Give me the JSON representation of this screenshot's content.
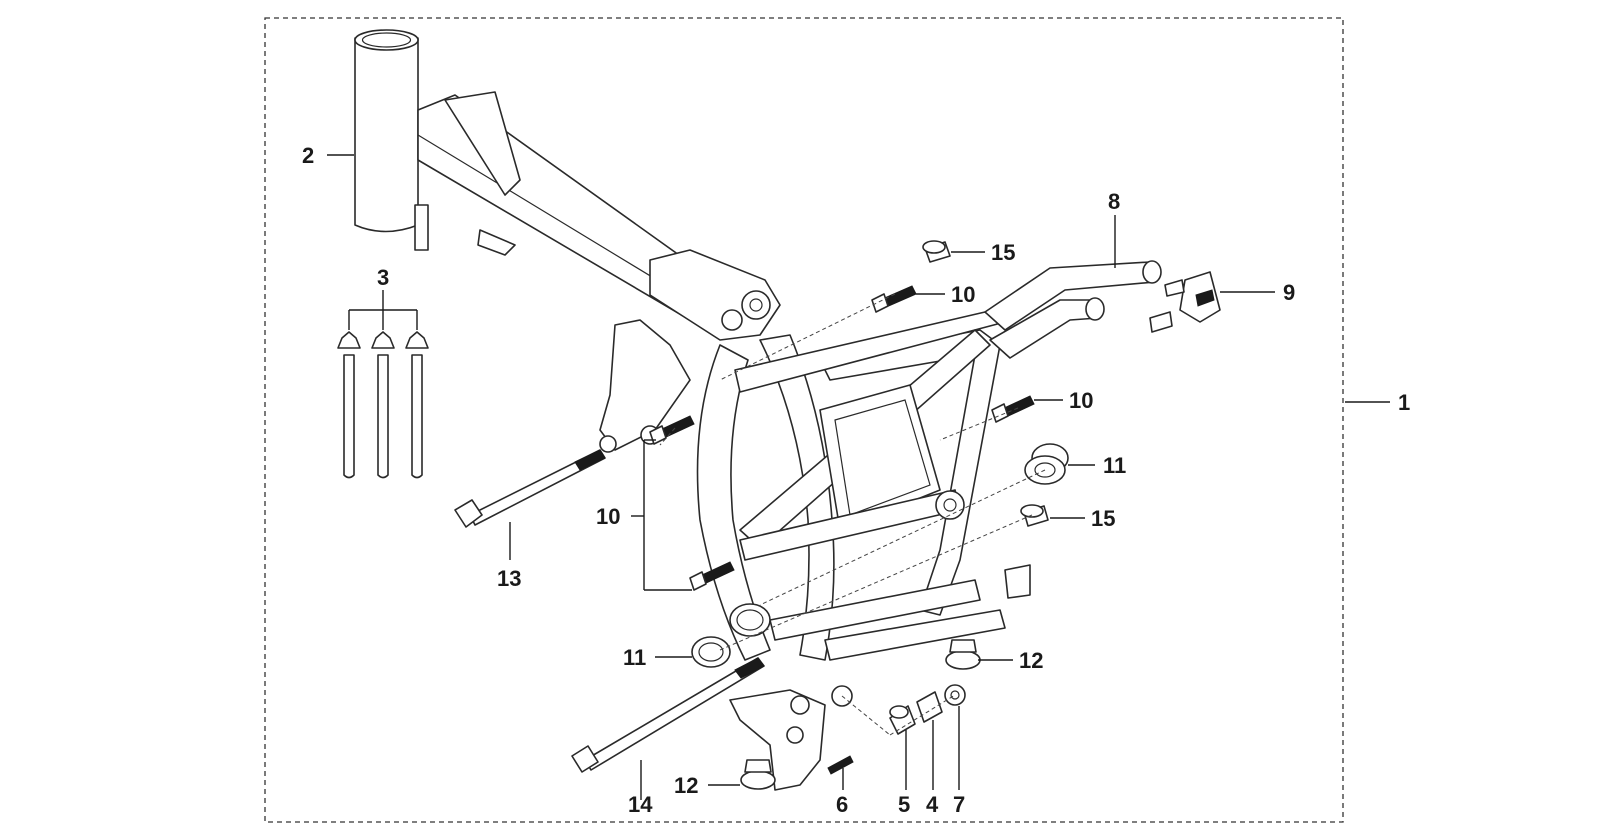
{
  "diagram": {
    "callouts": [
      {
        "id": "c1",
        "text": "1"
      },
      {
        "id": "c2",
        "text": "2"
      },
      {
        "id": "c3",
        "text": "3"
      },
      {
        "id": "c4",
        "text": "4"
      },
      {
        "id": "c5",
        "text": "5"
      },
      {
        "id": "c6",
        "text": "6"
      },
      {
        "id": "c7",
        "text": "7"
      },
      {
        "id": "c8",
        "text": "8"
      },
      {
        "id": "c9",
        "text": "9"
      },
      {
        "id": "c10a",
        "text": "10"
      },
      {
        "id": "c10b",
        "text": "10"
      },
      {
        "id": "c10c",
        "text": "10"
      },
      {
        "id": "c11a",
        "text": "11"
      },
      {
        "id": "c11b",
        "text": "11"
      },
      {
        "id": "c12a",
        "text": "12"
      },
      {
        "id": "c12b",
        "text": "12"
      },
      {
        "id": "c13",
        "text": "13"
      },
      {
        "id": "c14",
        "text": "14"
      },
      {
        "id": "c15a",
        "text": "15"
      },
      {
        "id": "c15b",
        "text": "15"
      }
    ]
  }
}
